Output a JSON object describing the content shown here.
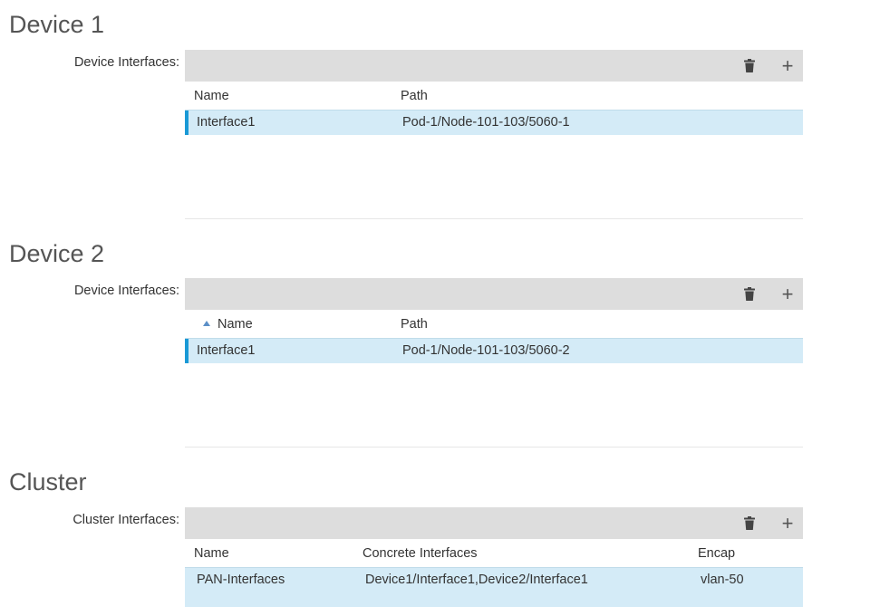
{
  "device1": {
    "title": "Device 1",
    "label": "Device Interfaces:",
    "columns": {
      "name": "Name",
      "path": "Path"
    },
    "rows": [
      {
        "name": "Interface1",
        "path": "Pod-1/Node-101-103/5060-1"
      }
    ]
  },
  "device2": {
    "title": "Device 2",
    "label": "Device Interfaces:",
    "columns": {
      "name": "Name",
      "path": "Path"
    },
    "sort": "ascending",
    "rows": [
      {
        "name": "Interface1",
        "path": "Pod-1/Node-101-103/5060-2"
      }
    ]
  },
  "cluster": {
    "title": "Cluster",
    "label": "Cluster Interfaces:",
    "columns": {
      "name": "Name",
      "concrete": "Concrete Interfaces",
      "encap": "Encap"
    },
    "rows": [
      {
        "name": "PAN-Interfaces",
        "concrete": "Device1/Interface1,Device2/Interface1",
        "encap": "vlan-50"
      }
    ]
  },
  "icons": {
    "delete": "trash-icon",
    "add": "plus-icon"
  },
  "symbols": {
    "plus": "+"
  },
  "colors": {
    "toolbar_bg": "#dddddd",
    "row_selected_bg": "#d4ebf7",
    "selection_bar": "#1a99d6",
    "sort_arrow": "#5b8fc7"
  }
}
